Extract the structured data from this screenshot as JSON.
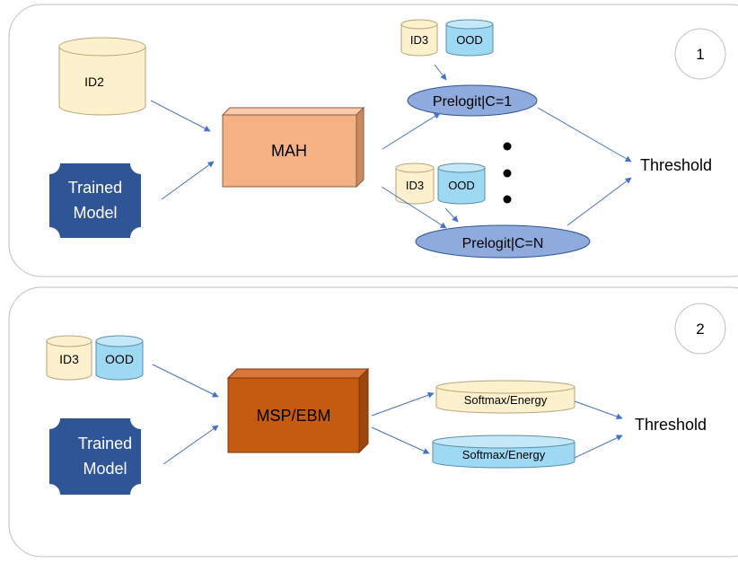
{
  "panel1": {
    "number": "1",
    "id2_label": "ID2",
    "trained_model_line1": "Trained",
    "trained_model_line2": "Model",
    "mah_label": "MAH",
    "top_id_label": "ID3",
    "top_ood_label": "OOD",
    "mid_id_label": "ID3",
    "mid_ood_label": "OOD",
    "prelogit_c1": "Prelogit|C=1",
    "prelogit_cn": "Prelogit|C=N",
    "threshold": "Threshold"
  },
  "panel2": {
    "number": "2",
    "id_label": "ID3",
    "ood_label": "OOD",
    "trained_model_line1": "Trained",
    "trained_model_line2": "Model",
    "msp_label": "MSP/EBM",
    "softmax_top": "Softmax/Energy",
    "softmax_bottom": "Softmax/Energy",
    "threshold": "Threshold"
  },
  "colors": {
    "id_fill": "#fdf0cc",
    "ood_fill": "#9ed9f3",
    "mah_front": "#f4b183",
    "msp_front": "#c55a11",
    "trained_model": "#2f5597",
    "prelogit": "#8faadc",
    "arrow": "#4472c4"
  }
}
